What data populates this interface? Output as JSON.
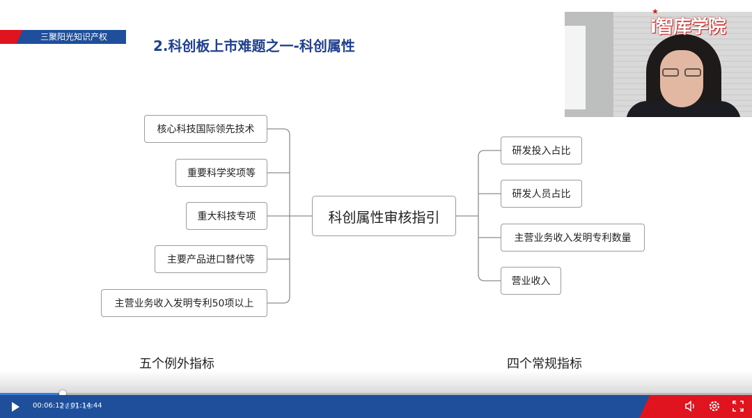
{
  "header": {
    "brand": "三聚阳光知识产权",
    "title": "2.科创板上市难题之一-科创属性"
  },
  "mindmap": {
    "center": "科创属性审核指引",
    "left_items": [
      "核心科技国际领先技术",
      "重要科学奖项等",
      "重大科技专项",
      "主要产品进口替代等",
      "主营业务收入发明专利50项以上"
    ],
    "right_items": [
      "研发投入占比",
      "研发人员占比",
      "主营业务收入发明专利数量",
      "营业收入"
    ],
    "left_caption": "五个例外指标",
    "right_caption": "四个常规指标"
  },
  "webcam": {
    "logo_text": "i智库学院"
  },
  "player": {
    "current_time": "00:06:12",
    "total_time": "01:14:44",
    "time_display": "00:06:12 / 01:14:44",
    "ghost_text": "2021-10",
    "progress": 0.083,
    "icons": [
      "play-icon",
      "volume-icon",
      "settings-icon",
      "fullscreen-icon"
    ],
    "colors": {
      "bar": "#1f4e9a",
      "accent": "#e0141e",
      "progress": "#3a7be0"
    }
  }
}
